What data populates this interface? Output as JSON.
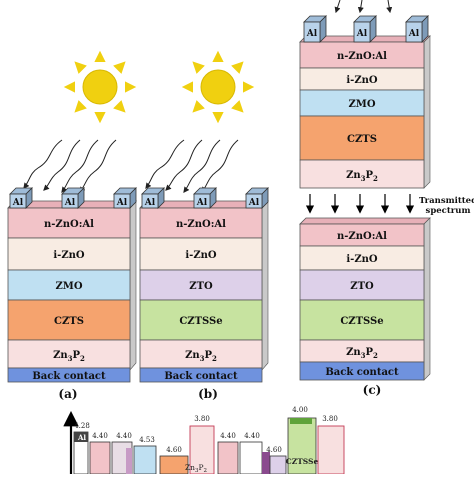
{
  "colors": {
    "n_ZnO_Al": "#f2c3c8",
    "i_ZnO": "#f8ece3",
    "ZMO": "#bfe0f2",
    "ZTO": "#ddd0e9",
    "CZTS": "#f5a36e",
    "CZTSSe": "#c7e3a0",
    "Zn3P2": "#f8e0e0",
    "back_contact": "#6f92de",
    "al_contact": "#b8d2ea",
    "sun": "#f0d010"
  },
  "icons": {
    "sun": "sun-icon",
    "light_ray": "wavy-arrow-icon",
    "arrow": "down-arrow-icon"
  },
  "layers": {
    "n_ZnO_Al": "n-ZnO:Al",
    "i_ZnO": "i-ZnO",
    "ZMO": "ZMO",
    "ZTO": "ZTO",
    "CZTS": "CZTS",
    "CZTSSe": "CZTSSe",
    "Zn3P2_main": "Zn",
    "Zn3P2_sub3": "3",
    "Zn3P2_P": "P",
    "Zn3P2_sub2": "2",
    "back_contact": "Back contact"
  },
  "contact_label": "Al",
  "panels": {
    "a": "(a)",
    "b": "(b)",
    "c": "(c)"
  },
  "transmitted": {
    "line1": "Transmitted",
    "line2": "spectrum"
  },
  "band_diagram": {
    "values": {
      "al": "4.28",
      "v1": "4.40",
      "v2": "4.40",
      "v3": "4.53",
      "v4": "4.60",
      "v5": "3.80",
      "v6": "4.40",
      "v7": "4.40",
      "v8": "4.60",
      "v9": "4.00",
      "v10": "3.80"
    },
    "labels": {
      "al": "Al",
      "zn3p2": "Zn",
      "zn3p2_sub3": "3",
      "zn3p2_P": "P",
      "zn3p2_sub2": "2",
      "cztsse": "CZTSSe"
    }
  }
}
